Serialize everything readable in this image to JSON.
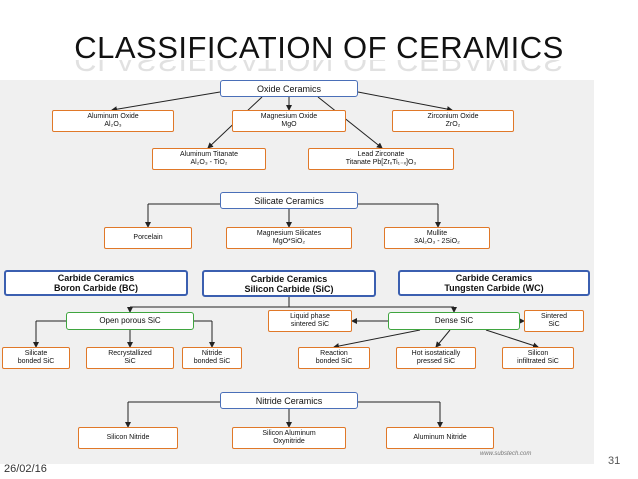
{
  "title": "CLASSIFICATION OF CERAMICS",
  "oxide": {
    "head": "Oxide Ceramics",
    "alum_1": "Aluminum Oxide",
    "alum_2": "Al₂O₃",
    "mag_1": "Magnesium Oxide",
    "mag_2": "MgO",
    "zirc_1": "Zirconium Oxide",
    "zirc_2": "ZrO₂",
    "titan_1": "Aluminum Titanate",
    "titan_2": "Al₂O₃ - TiO₂",
    "lead_1": "Lead Zirconate",
    "lead_2": "Titanate Pb[ZrₓTi₁₋ₓ]O₃"
  },
  "silicate": {
    "head": "Silicate Ceramics",
    "porcelain": "Porcelain",
    "magsil_1": "Magnesium Silicates",
    "magsil_2": "MgO*SiO₂",
    "mullite_1": "Mullite",
    "mullite_2": "3Al₂O₃ - 2SiO₂"
  },
  "carbide": {
    "bc_1": "Carbide Ceramics",
    "bc_2": "Boron Carbide (BC)",
    "sic_1": "Carbide Ceramics",
    "sic_2": "Silicon Carbide (SiC)",
    "wc_1": "Carbide Ceramics",
    "wc_2": "Tungsten Carbide (WC)",
    "open": "Open porous SiC",
    "liquid_1": "Liquid phase",
    "liquid_2": "sintered SiC",
    "dense": "Dense SiC",
    "sintered_1": "Sintered",
    "sintered_2": "SiC",
    "silicate_1": "Silicate",
    "silicate_2": "bonded SiC",
    "recryst_1": "Recrystallized",
    "recryst_2": "SiC",
    "nitride_1": "Nitride",
    "nitride_2": "bonded SiC",
    "reaction_1": "Reaction",
    "reaction_2": "bonded SiC",
    "hot_1": "Hot isostatically",
    "hot_2": "pressed SiC",
    "silicon_1": "Silicon",
    "silicon_2": "infiltrated SiC"
  },
  "nitride": {
    "head": "Nitride Ceramics",
    "sn": "Silicon Nitride",
    "san_1": "Silicon Aluminum",
    "san_2": "Oxynitride",
    "an": "Aluminum Nitride"
  },
  "watermark": "www.substech.com",
  "date": "26/02/16",
  "page_number": "31"
}
